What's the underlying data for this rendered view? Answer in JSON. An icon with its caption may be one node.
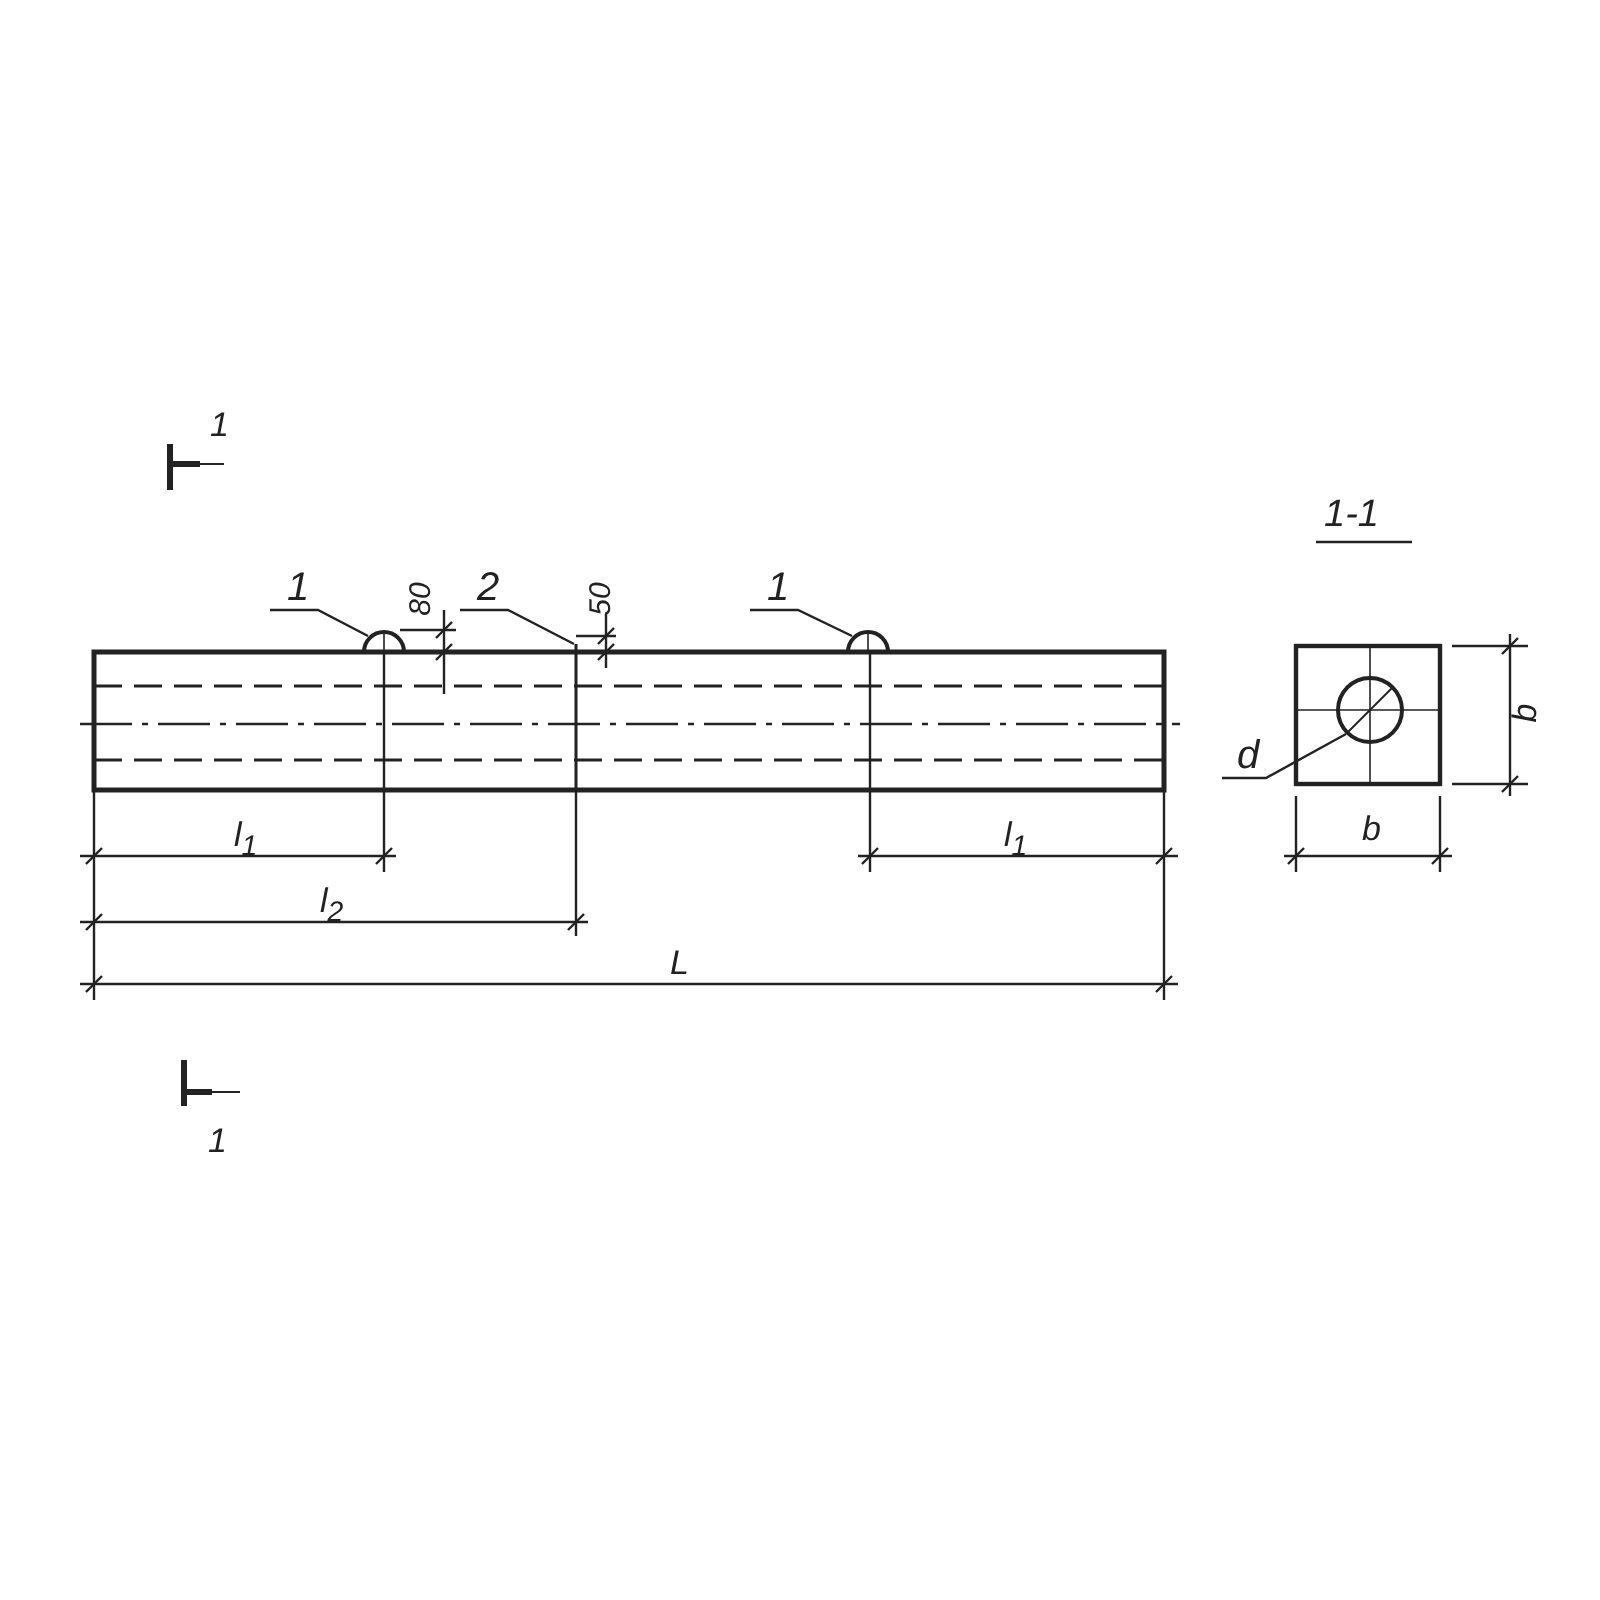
{
  "diagram": {
    "nodes": [
      {
        "text": [
          "1"
        ]
      },
      {
        "text": [],
        "shape": "semicircle"
      },
      {
        "text": [
          "2"
        ]
      },
      {
        "text": [
          "1"
        ]
      },
      {
        "text": [],
        "shape": "semicircle"
      },
      {
        "text": [
          "d"
        ]
      },
      {
        "text": [],
        "shape": "circle"
      },
      {
        "text": [],
        "shape": "line"
      }
    ],
    "edges": [
      {
        "from": 0,
        "to": 1,
        "arrow": "none"
      },
      {
        "from": 2,
        "to": 7,
        "arrow": "none"
      },
      {
        "from": 3,
        "to": 4,
        "arrow": "none"
      },
      {
        "from": 5,
        "to": 6,
        "arrow": "none"
      }
    ],
    "labels": [
      "1",
      "1-1",
      "80",
      "50",
      "b",
      "l$_{1}$",
      "l$_{1}$",
      "l$_{2}$",
      "b",
      "L",
      "1"
    ]
  }
}
